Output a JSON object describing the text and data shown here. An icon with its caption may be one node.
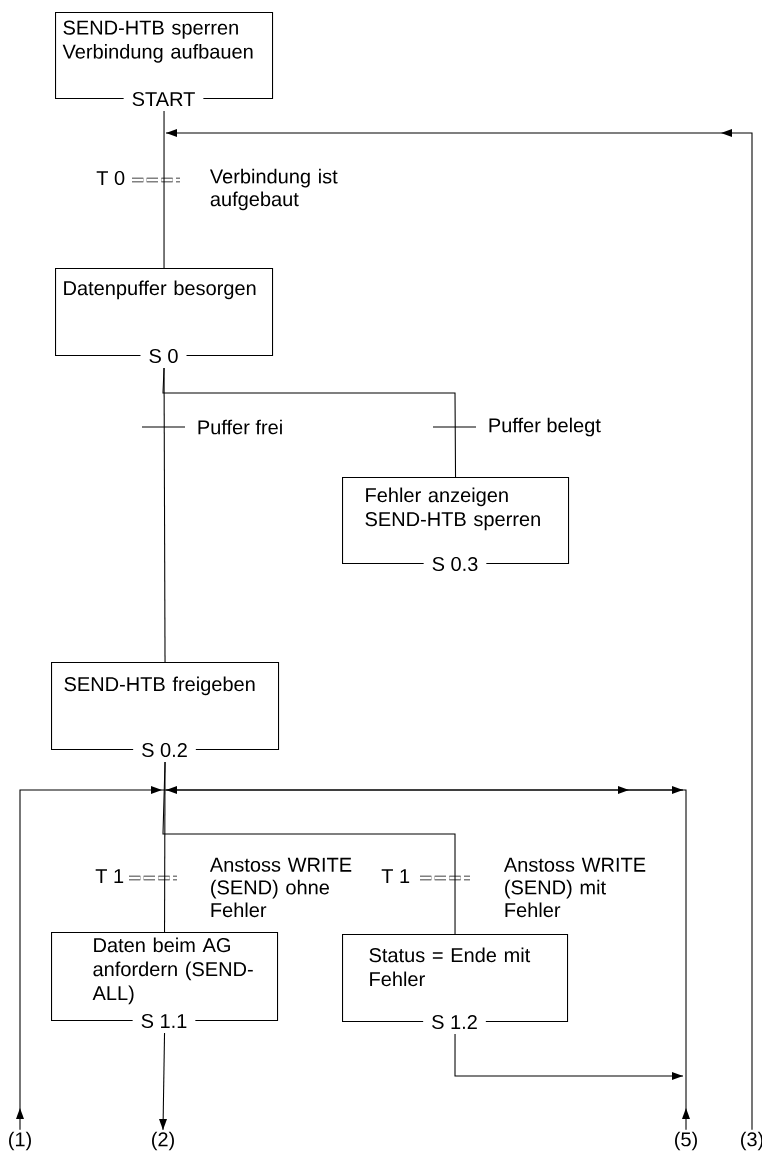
{
  "diagram": {
    "nodes": [
      {
        "text": [
          "SEND-HTB sperren Verbindung aufbauen",
          "START"
        ]
      },
      {
        "text": [
          "Datenpuffer besorgen",
          "S 0"
        ]
      },
      {
        "text": [
          "Fehler anzeigen SEND-HTB sperren",
          "S 0.3"
        ]
      },
      {
        "text": [
          "SEND-HTB freigeben",
          "S 0.2"
        ]
      },
      {
        "text": [
          "Daten beim AG anfordern (SEND-ALL)",
          "S 1.1"
        ]
      },
      {
        "text": [
          "Status = Ende mit Fehler",
          "S 1.2"
        ]
      },
      {
        "text": [
          "(1)"
        ]
      },
      {
        "text": [
          "(2)"
        ]
      },
      {
        "text": [
          "(5)"
        ]
      },
      {
        "text": [
          "(3)"
        ]
      }
    ],
    "edges": [
      {
        "from": 0,
        "to": 1,
        "arrow": "none",
        "label": "Verbindung ist aufgebaut"
      },
      {
        "from": 9,
        "to": null,
        "arrow": "to"
      },
      {
        "from": 1,
        "to": 3,
        "arrow": "none",
        "label": "Puffer frei"
      },
      {
        "from": 1,
        "to": 2,
        "arrow": "none",
        "label": "Puffer belegt"
      },
      {
        "from": 3,
        "to": 4,
        "arrow": "none",
        "label": "Anstoss WRITE (SEND) ohne Fehler"
      },
      {
        "from": 3,
        "to": 5,
        "arrow": "none",
        "label": "Anstoss WRITE (SEND) mit Fehler"
      },
      {
        "from": 6,
        "to": null,
        "arrow": "to"
      },
      {
        "from": 8,
        "to": null,
        "arrow": "to"
      },
      {
        "from": 5,
        "to": null,
        "arrow": "to"
      },
      {
        "from": 4,
        "to": 7,
        "arrow": "to"
      }
    ],
    "labels": [
      "T 0",
      "T 1",
      "T 1"
    ]
  }
}
